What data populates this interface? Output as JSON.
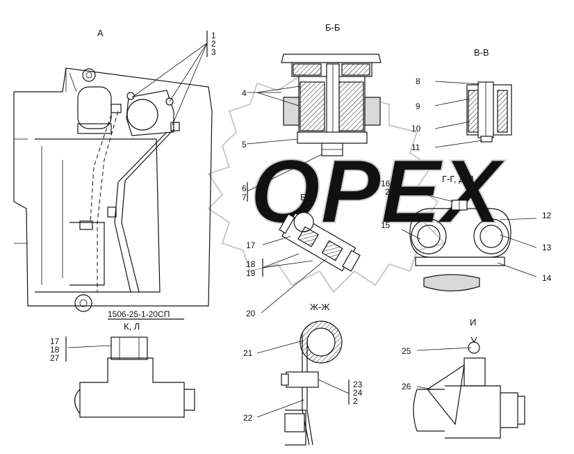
{
  "section_labels": {
    "a": "А",
    "bb": "Б-Б",
    "vv": "В-В",
    "gg_dd": "Г-Г, Д-Д",
    "ee": "Е-Е",
    "zhzh": "Ж-Ж",
    "kl": "К, Л",
    "i": "И"
  },
  "drawing_number": "1506-25-1-20СП",
  "watermark_text": "OPEX",
  "callouts": {
    "a_stack": [
      "1",
      "2",
      "3"
    ],
    "n4": "4",
    "n5": "5",
    "stack_6_7": [
      "6",
      "7"
    ],
    "n8": "8",
    "n9": "9",
    "n10": "10",
    "n11": "11",
    "stack_16_2": [
      "16",
      "2"
    ],
    "n12": "12",
    "n13": "13",
    "n14": "14",
    "n15": "15",
    "n17": "17",
    "stack_18_19": [
      "18",
      "19"
    ],
    "n20": "20",
    "n21": "21",
    "n22": "22",
    "stack_23_24_2": [
      "23",
      "24",
      "2"
    ],
    "stack_17_18_27": [
      "17",
      "18",
      "27"
    ],
    "n25": "25",
    "n26": "26"
  }
}
